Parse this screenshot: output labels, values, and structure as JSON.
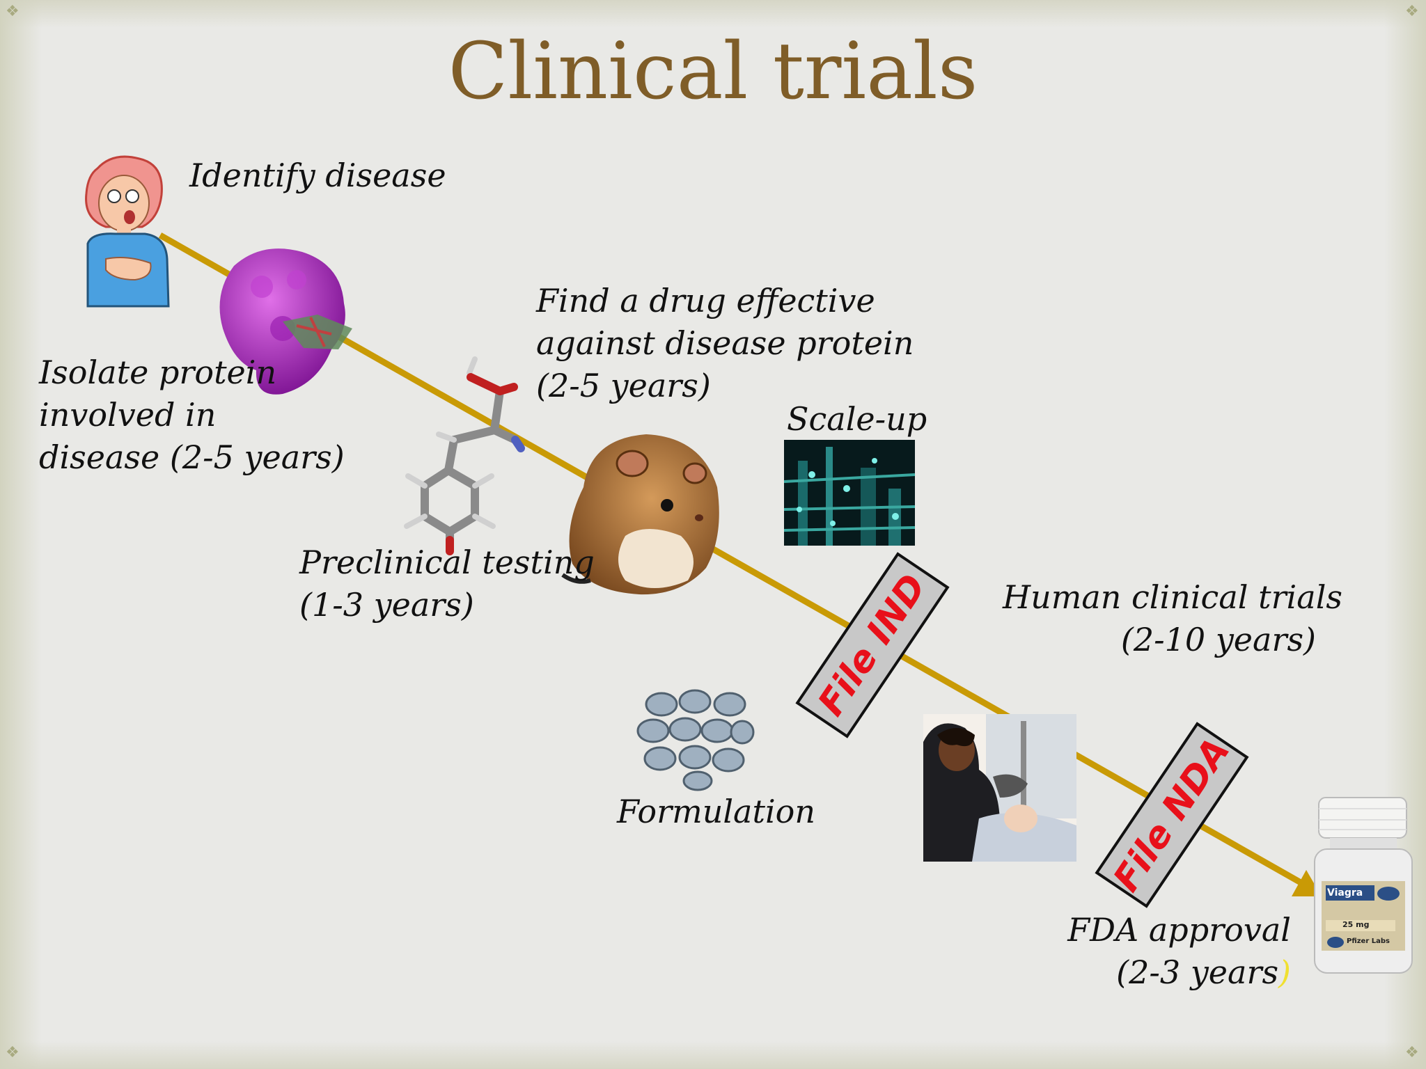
{
  "slide": {
    "title": "Clinical trials",
    "corner_glyph": "❖"
  },
  "steps": {
    "identify": "Identify disease",
    "isolate": [
      "Isolate protein",
      "involved in",
      "disease (2-5 years)"
    ],
    "find_drug": [
      "Find a drug effective",
      "against disease protein",
      "(2-5 years)"
    ],
    "preclinical": [
      "Preclinical testing",
      "(1-3 years)"
    ],
    "scaleup": "Scale-up",
    "formulation": "Formulation",
    "human_trials": [
      "Human clinical trials",
      "(2-10 years)"
    ],
    "fda_approval": [
      "FDA approval",
      "(2-3 years",
      ")"
    ]
  },
  "filings": {
    "ind": "File IND",
    "nda": "File NDA"
  },
  "bottle_label": {
    "brand": "Viagra",
    "dose": "25 mg",
    "maker": "Pfizer Labs"
  },
  "colors": {
    "title": "#7f5d28",
    "arrow": "#c99a05",
    "file_text": "#e8101a",
    "file_box": "#c8c8c8"
  },
  "icons": [
    "sick-person-icon",
    "protein-molecule-icon",
    "chemical-structure-icon",
    "hamster-icon",
    "factory-image",
    "pills-icon",
    "nurse-patient-image",
    "pill-bottle-icon"
  ]
}
